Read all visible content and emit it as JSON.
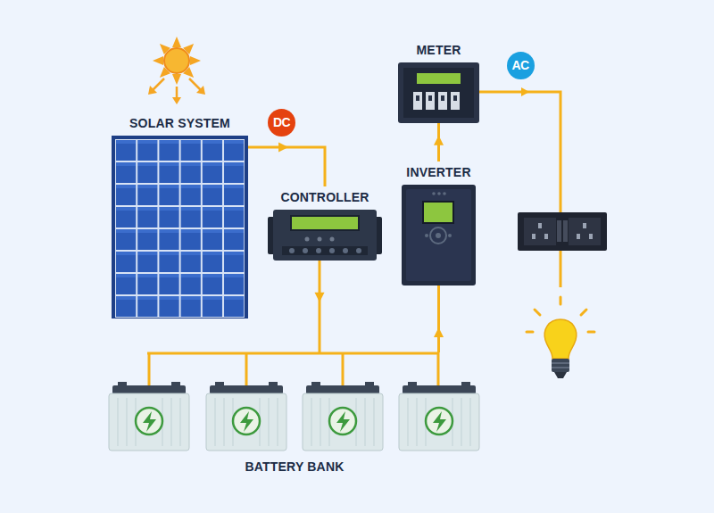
{
  "diagram": {
    "nodes": [
      {
        "text": [
          "SOLAR SYSTEM"
        ]
      },
      {
        "text": [
          "CONTROLLER"
        ]
      },
      {
        "text": [
          "METER"
        ]
      },
      {
        "text": [
          "INVERTER"
        ]
      },
      {
        "text": [
          "BATTERY BANK"
        ]
      }
    ],
    "edges": [
      {
        "from": 0,
        "to": 1,
        "arrow": "to",
        "label": "DC"
      },
      {
        "from": 1,
        "to": 4,
        "arrow": "to"
      },
      {
        "from": 4,
        "to": 3,
        "arrow": "to"
      },
      {
        "from": 3,
        "to": 2,
        "arrow": "to"
      }
    ],
    "labels": [
      "AC"
    ]
  }
}
